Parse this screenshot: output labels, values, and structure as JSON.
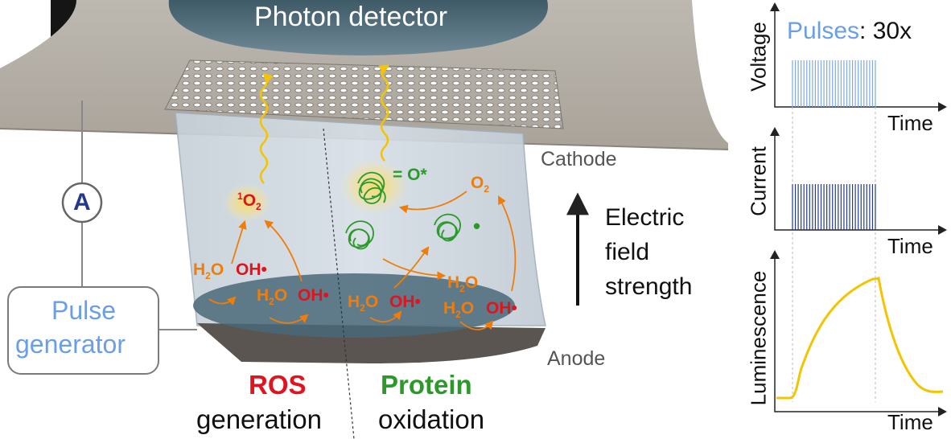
{
  "title": "Photon detector",
  "labels": {
    "cathode": "Cathode",
    "anode": "Anode",
    "ammeter": "A",
    "pulse_generator_line1": "Pulse",
    "pulse_generator_line2": "generator",
    "field_line1": "Electric",
    "field_line2": "field",
    "field_line3": "strength",
    "ros_word": "ROS",
    "ros_sub": "generation",
    "protein_word": "Protein",
    "protein_sub": "oxidation"
  },
  "chemistry": {
    "singlet_oxygen_sup": "1",
    "singlet_oxygen": "O",
    "singlet_oxygen_sub": "2",
    "oxygen": "O",
    "oxygen_sub": "2",
    "water_h": "H",
    "water_sub": "2",
    "water_o": "O",
    "hydroxyl": "OH•",
    "oxidized_protein_bond": "=",
    "oxidized_protein_o": "O*",
    "radical_dot": "•"
  },
  "panels": {
    "pulses_label": "Pulses",
    "pulses_count": ": 30x",
    "voltage_ylabel": "Voltage",
    "current_ylabel": "Current",
    "luminescence_ylabel": "Luminescence",
    "xlabel": "Time"
  },
  "colors": {
    "orange": "#f07d0a",
    "red": "#e0141e",
    "green": "#2a9a28",
    "blue_text": "#6a9ee6",
    "navy": "#233a8c",
    "yellow": "#f5c400",
    "gray_text": "#555555"
  },
  "chart_data": [
    {
      "type": "line",
      "ylabel": "Voltage",
      "xlabel": "Time",
      "pulses": 30
    },
    {
      "type": "line",
      "ylabel": "Current",
      "xlabel": "Time",
      "pulses": 30
    },
    {
      "type": "line",
      "ylabel": "Luminescence",
      "xlabel": "Time"
    }
  ]
}
